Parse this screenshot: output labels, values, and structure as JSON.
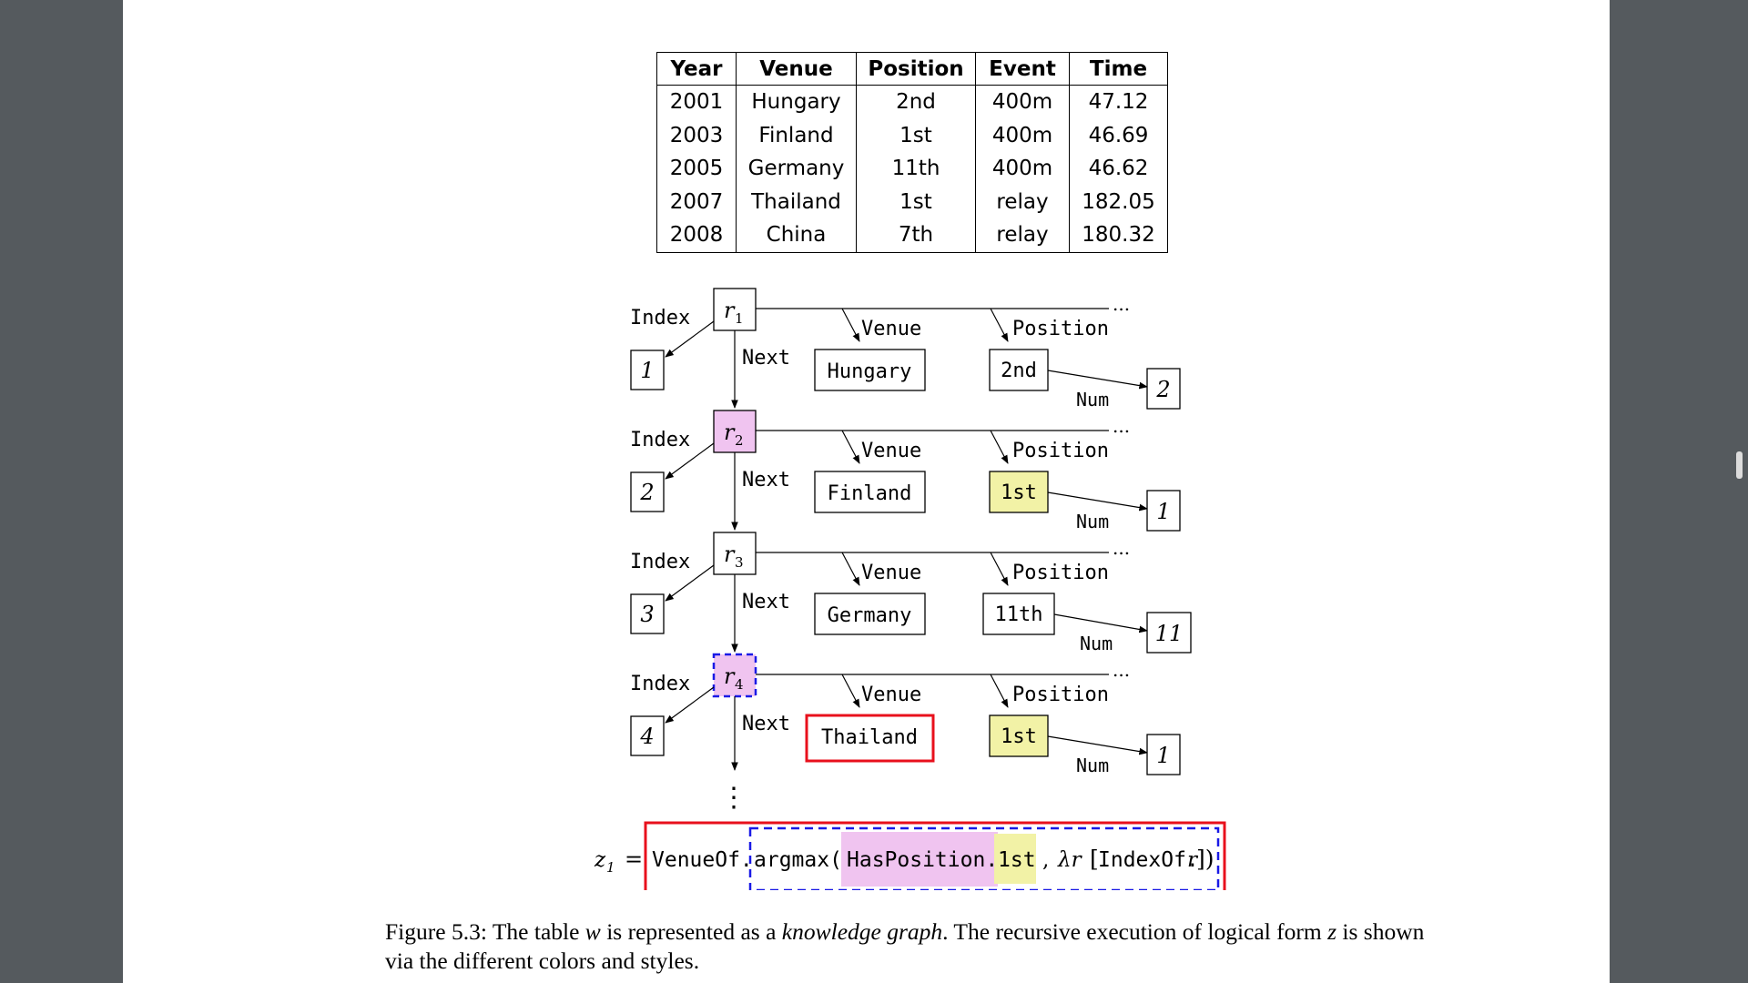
{
  "table": {
    "headers": [
      "Year",
      "Venue",
      "Position",
      "Event",
      "Time"
    ],
    "rows": [
      [
        "2001",
        "Hungary",
        "2nd",
        "400m",
        "47.12"
      ],
      [
        "2003",
        "Finland",
        "1st",
        "400m",
        "46.69"
      ],
      [
        "2005",
        "Germany",
        "11th",
        "400m",
        "46.62"
      ],
      [
        "2007",
        "Thailand",
        "1st",
        "relay",
        "182.05"
      ],
      [
        "2008",
        "China",
        "7th",
        "relay",
        "180.32"
      ]
    ]
  },
  "graph": {
    "edge_labels": {
      "index": "Index",
      "next": "Next",
      "venue": "Venue",
      "position": "Position",
      "num": "Num",
      "ellipsis": "...",
      "vdots": "⋮"
    },
    "rows": [
      {
        "node": "r",
        "sub": "1",
        "index": "1",
        "venue": "Hungary",
        "position": "2nd",
        "num": "2",
        "node_fill": "#ffffff",
        "position_fill": "#ffffff",
        "venue_border": "#000000"
      },
      {
        "node": "r",
        "sub": "2",
        "index": "2",
        "venue": "Finland",
        "position": "1st",
        "num": "1",
        "node_fill": "#f0c4f0",
        "position_fill": "#f2f2a6",
        "venue_border": "#000000"
      },
      {
        "node": "r",
        "sub": "3",
        "index": "3",
        "venue": "Germany",
        "position": "11th",
        "num": "11",
        "node_fill": "#ffffff",
        "position_fill": "#ffffff",
        "venue_border": "#000000"
      },
      {
        "node": "r",
        "sub": "4",
        "index": "4",
        "venue": "Thailand",
        "position": "1st",
        "num": "1",
        "node_fill": "#f0c4f0",
        "position_fill": "#f2f2a6",
        "venue_border": "#e8101c"
      }
    ]
  },
  "formula": {
    "lhs": "z",
    "lhs_sub": "1",
    "equals": "=",
    "venueof": "VenueOf.",
    "argmax": "argmax(",
    "hasposition": "HasPosition.",
    "first": "1st",
    "comma": ",",
    "lambda": "λr",
    "bracket_open": "[",
    "indexof": "IndexOf.",
    "r": "r",
    "bracket_close": "])",
    "colors": {
      "red": "#e8101c",
      "blue": "#1a1ae6",
      "pink": "#f0c4f0",
      "yellow": "#f2f2a6"
    }
  },
  "caption": {
    "figure": "Figure 5.3:",
    "part1": "The table",
    "w": "w",
    "part2": "is represented as a",
    "kg": "knowledge graph",
    "part3": ". The recursive execution of logical form",
    "z": "z",
    "part4": "is shown via the different colors and styles."
  }
}
